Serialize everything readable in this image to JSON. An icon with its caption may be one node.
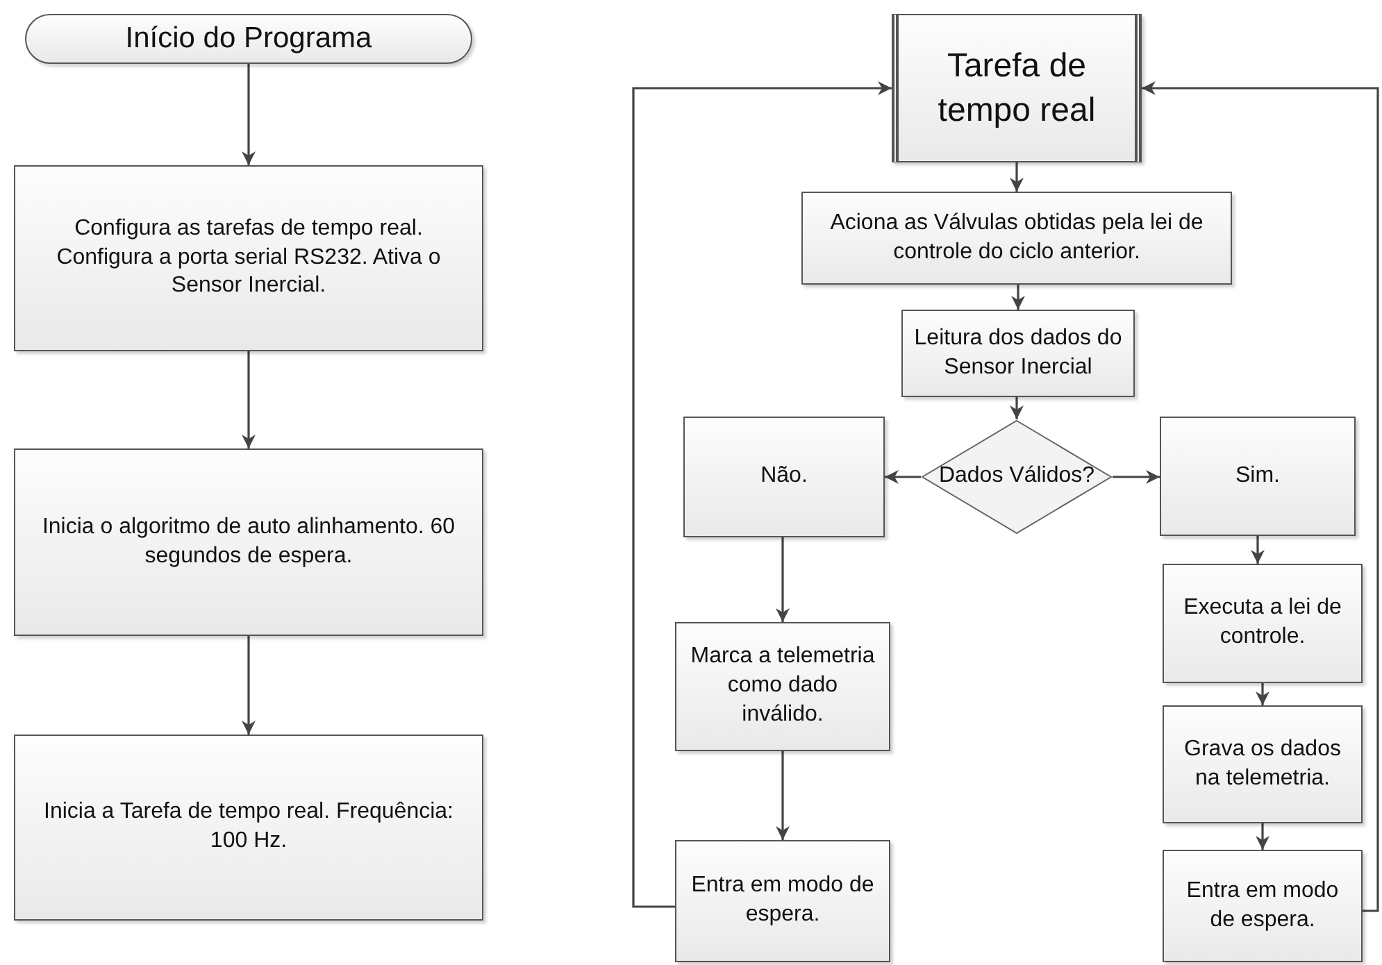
{
  "diagram": {
    "nodes": [
      {
        "text": [
          "Início do Programa"
        ]
      },
      {
        "text": [
          "Configura as tarefas de tempo real. Configura a porta serial RS232. Ativa o Sensor Inercial."
        ]
      },
      {
        "text": [
          "Inicia o algoritmo de auto alinhamento. 60 segundos de espera."
        ]
      },
      {
        "text": [
          "Inicia a Tarefa de tempo real. Frequência: 100 Hz."
        ]
      },
      {
        "text": [
          "Tarefa de tempo real"
        ]
      },
      {
        "text": [
          "Aciona as Válvulas obtidas pela lei de controle do ciclo anterior."
        ]
      },
      {
        "text": [
          "Leitura dos dados do Sensor Inercial"
        ]
      },
      {
        "text": [
          "Dados Válidos?"
        ]
      },
      {
        "text": [
          "Não."
        ]
      },
      {
        "text": [
          "Sim."
        ]
      },
      {
        "text": [
          "Marca a telemetria como dado inválido."
        ]
      },
      {
        "text": [
          "Entra em modo de espera."
        ]
      },
      {
        "text": [
          "Executa a lei de controle."
        ]
      },
      {
        "text": [
          "Grava os dados na telemetria."
        ]
      },
      {
        "text": [
          "Entra em modo de espera."
        ]
      }
    ],
    "edges": [
      {
        "from": 0,
        "to": 1,
        "arrow": "to"
      },
      {
        "from": 1,
        "to": 2,
        "arrow": "to"
      },
      {
        "from": 2,
        "to": 3,
        "arrow": "to"
      },
      {
        "from": 4,
        "to": 5,
        "arrow": "to"
      },
      {
        "from": 5,
        "to": 6,
        "arrow": "to"
      },
      {
        "from": 6,
        "to": 7,
        "arrow": "to"
      },
      {
        "from": 7,
        "to": 8,
        "arrow": "to"
      },
      {
        "from": 7,
        "to": 9,
        "arrow": "to"
      },
      {
        "from": 8,
        "to": 10,
        "arrow": "to"
      },
      {
        "from": 10,
        "to": 11,
        "arrow": "to"
      },
      {
        "from": 11,
        "to": 4,
        "arrow": "to"
      },
      {
        "from": 12,
        "to": 13,
        "arrow": "to"
      },
      {
        "from": 9,
        "to": 12,
        "arrow": "to"
      },
      {
        "from": 13,
        "to": 14,
        "arrow": "to"
      },
      {
        "from": 14,
        "to": 4,
        "arrow": "to"
      }
    ]
  }
}
